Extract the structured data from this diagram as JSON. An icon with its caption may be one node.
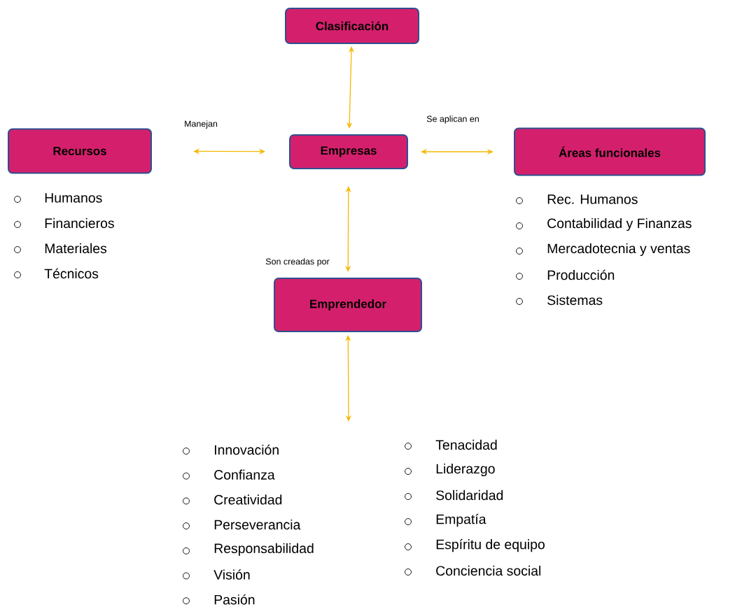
{
  "diagram": {
    "nodes": [
      {
        "text": [
          "Clasificación"
        ]
      },
      {
        "text": [
          "Recursos"
        ]
      },
      {
        "text": [
          "Empresas"
        ]
      },
      {
        "text": [
          "Áreas funcionales"
        ]
      },
      {
        "text": [
          "Emprendedor"
        ]
      }
    ],
    "edges": [
      {
        "from": 0,
        "to": 2,
        "arrow": "both"
      },
      {
        "from": 1,
        "to": 2,
        "arrow": "both",
        "label": "Manejan"
      },
      {
        "from": 2,
        "to": 3,
        "arrow": "both",
        "label": "Se aplican en"
      },
      {
        "from": 2,
        "to": 4,
        "arrow": "both",
        "label": "Son creadas por"
      },
      {
        "from": 4,
        "to": null,
        "arrow": "both"
      }
    ],
    "labels": [
      "Humanos",
      "Financieros",
      "Materiales",
      "Técnicos",
      "Rec. Humanos",
      "Contabilidad y Finanzas",
      "Mercadotecnia y ventas",
      "Producción",
      "Sistemas",
      "Innovación",
      "Confianza",
      "Creatividad",
      "Perseverancia",
      "Responsabilidad",
      "Visión",
      "Pasión",
      "Tenacidad",
      "Liderazgo",
      "Solidaridad",
      "Empatía",
      "Espíritu de equipo",
      "Conciencia social"
    ]
  }
}
